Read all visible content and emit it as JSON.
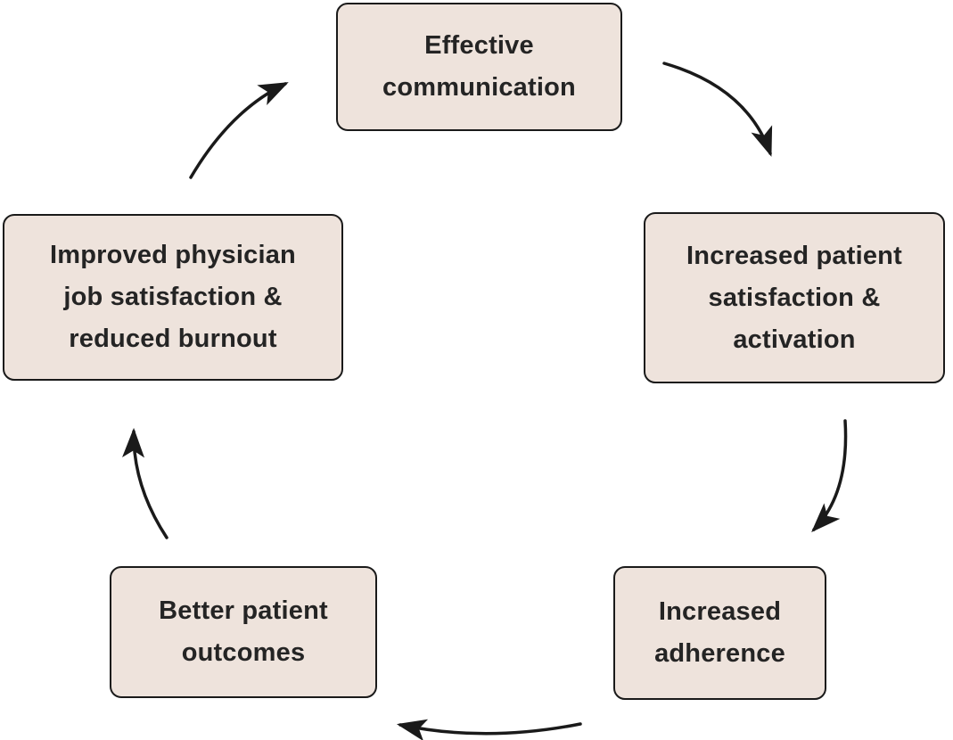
{
  "diagram": {
    "type": "cycle",
    "direction": "clockwise",
    "nodes": [
      {
        "id": "effective-communication",
        "lines": [
          "Effective",
          "communication"
        ]
      },
      {
        "id": "increased-patient-satisfaction",
        "lines": [
          "Increased patient",
          "satisfaction &",
          "activation"
        ]
      },
      {
        "id": "increased-adherence",
        "lines": [
          "Increased",
          "adherence"
        ]
      },
      {
        "id": "better-patient-outcomes",
        "lines": [
          "Better patient",
          "outcomes"
        ]
      },
      {
        "id": "improved-physician-job-satisfaction",
        "lines": [
          "Improved physician",
          "job satisfaction &",
          "reduced burnout"
        ]
      }
    ],
    "flow": [
      {
        "from": "effective-communication",
        "to": "increased-patient-satisfaction"
      },
      {
        "from": "increased-patient-satisfaction",
        "to": "increased-adherence"
      },
      {
        "from": "increased-adherence",
        "to": "better-patient-outcomes"
      },
      {
        "from": "better-patient-outcomes",
        "to": "improved-physician-job-satisfaction"
      },
      {
        "from": "improved-physician-job-satisfaction",
        "to": "effective-communication"
      }
    ],
    "colors": {
      "background": "#ffffff",
      "node_fill": "#eee3dc",
      "node_border": "#1a1a1a",
      "arrow": "#1a1a1a",
      "text": "#242424"
    }
  }
}
